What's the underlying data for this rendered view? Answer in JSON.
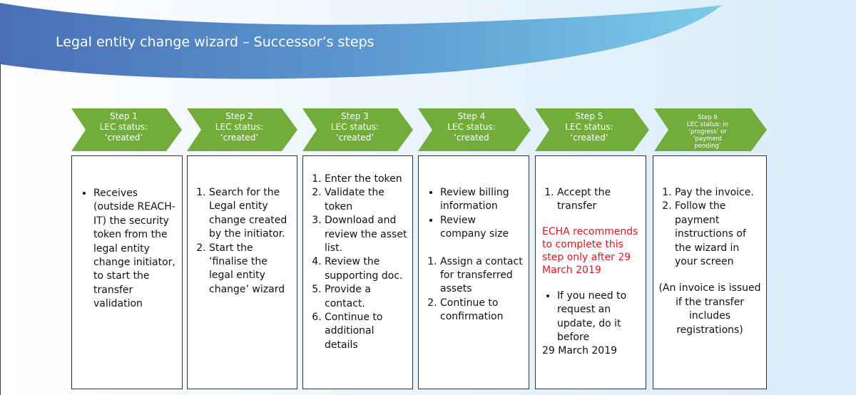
{
  "title": "Legal entity change wizard – Successor’s steps",
  "colors": {
    "arrow": "#72ad3c",
    "banner_start": "#4a72b8",
    "banner_end": "#7cc8ea",
    "highlight": "#e8121b"
  },
  "steps": [
    {
      "label": "Step 1",
      "status": "LEC status: ‘created’"
    },
    {
      "label": "Step 2",
      "status": "LEC status: ‘created’"
    },
    {
      "label": "Step 3",
      "status": "LEC status: ‘created’"
    },
    {
      "label": "Step 4",
      "status": "LEC status: ‘created"
    },
    {
      "label": "Step 5",
      "status": "LEC status: ‘created’"
    },
    {
      "label": "Step 6",
      "status": "LEC status: in ‘progress’ or ‘payment pending’"
    }
  ],
  "boxes": [
    {
      "bullets": [
        "Receives (outside REACH-IT) the security token from the legal entity change initiator, to start the transfer validation"
      ]
    },
    {
      "numbered": [
        "Search for the Legal entity change created by the initiator.",
        "Start the ‘finalise the legal entity change’ wizard"
      ]
    },
    {
      "numbered": [
        "Enter the token",
        "Validate the token",
        "Download and review the asset list.",
        "Review the supporting doc.",
        "Provide a contact.",
        "Continue to additional details"
      ]
    },
    {
      "bullets": [
        "Review billing information",
        "Review company size"
      ],
      "numbered": [
        "Assign a contact for transferred assets",
        "Continue to confirmation"
      ]
    },
    {
      "numbered": [
        "Accept the transfer"
      ],
      "note": "ECHA recommends to complete this step only after 29 March 2019",
      "bullets": [
        "If you need to request an update, do it before"
      ],
      "date": "29 March 2019"
    },
    {
      "numbered": [
        "Pay the invoice.",
        "Follow the payment instructions of the wizard in your screen"
      ],
      "note": "(An invoice is issued if the transfer includes registrations)"
    }
  ]
}
